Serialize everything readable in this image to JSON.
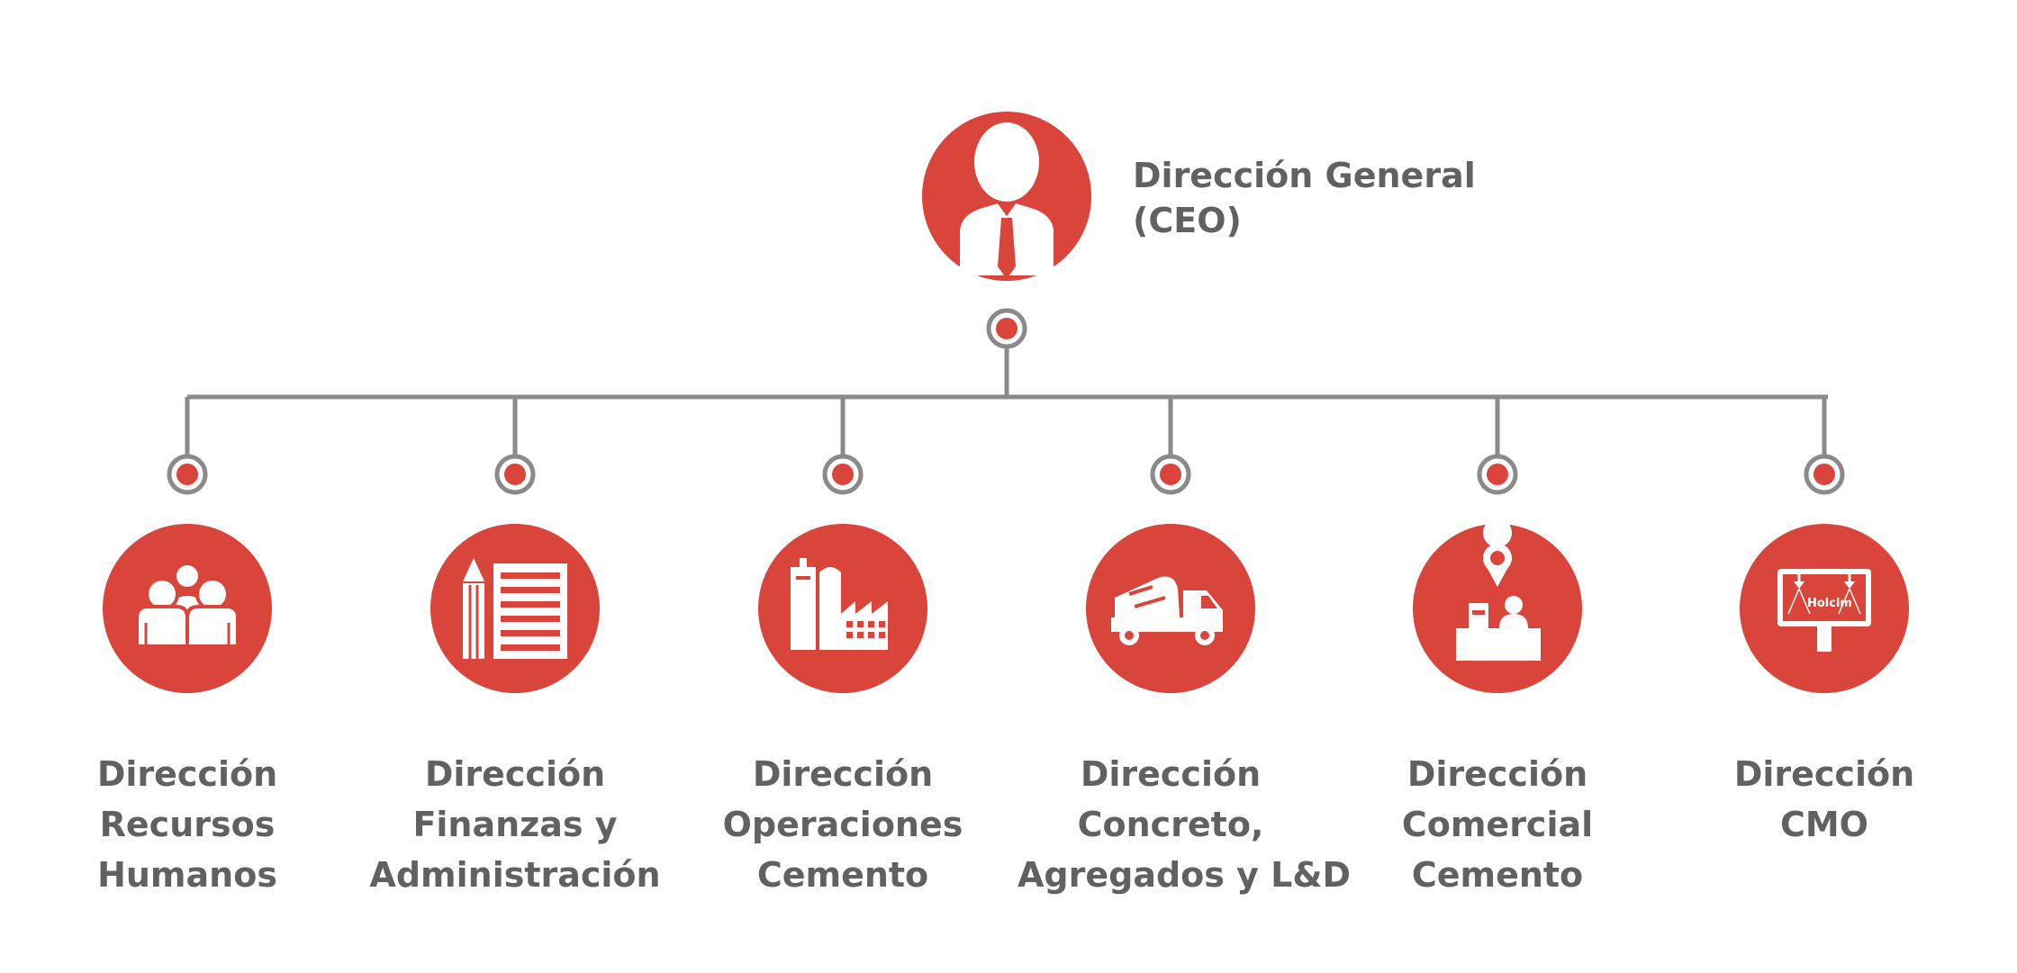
{
  "colors": {
    "accent": "#d9443b",
    "line": "#8a8a8a",
    "text": "#616161"
  },
  "ceo": {
    "icon": "executive-person-icon",
    "label_lines": [
      "Dirección General",
      "(CEO)"
    ]
  },
  "departments": [
    {
      "id": "rrhh",
      "icon": "people-group-icon",
      "label_lines": [
        "Dirección",
        "Recursos",
        "Humanos"
      ]
    },
    {
      "id": "finanzas",
      "icon": "pencil-document-icon",
      "label_lines": [
        "Dirección",
        "Finanzas y",
        "Administración"
      ]
    },
    {
      "id": "operaciones",
      "icon": "factory-icon",
      "label_lines": [
        "Dirección",
        "Operaciones",
        "Cemento"
      ]
    },
    {
      "id": "concreto",
      "icon": "cement-mixer-truck-icon",
      "label_lines": [
        "Dirección",
        "Concreto,",
        "Agregados y L&D"
      ]
    },
    {
      "id": "comercial",
      "icon": "sales-counter-location-icon",
      "label_lines": [
        "Dirección",
        "Comercial",
        "Cemento"
      ]
    },
    {
      "id": "cmo",
      "icon": "billboard-icon",
      "label_lines": [
        "Dirección",
        "CMO"
      ],
      "billboard_text": "Holcim"
    }
  ]
}
